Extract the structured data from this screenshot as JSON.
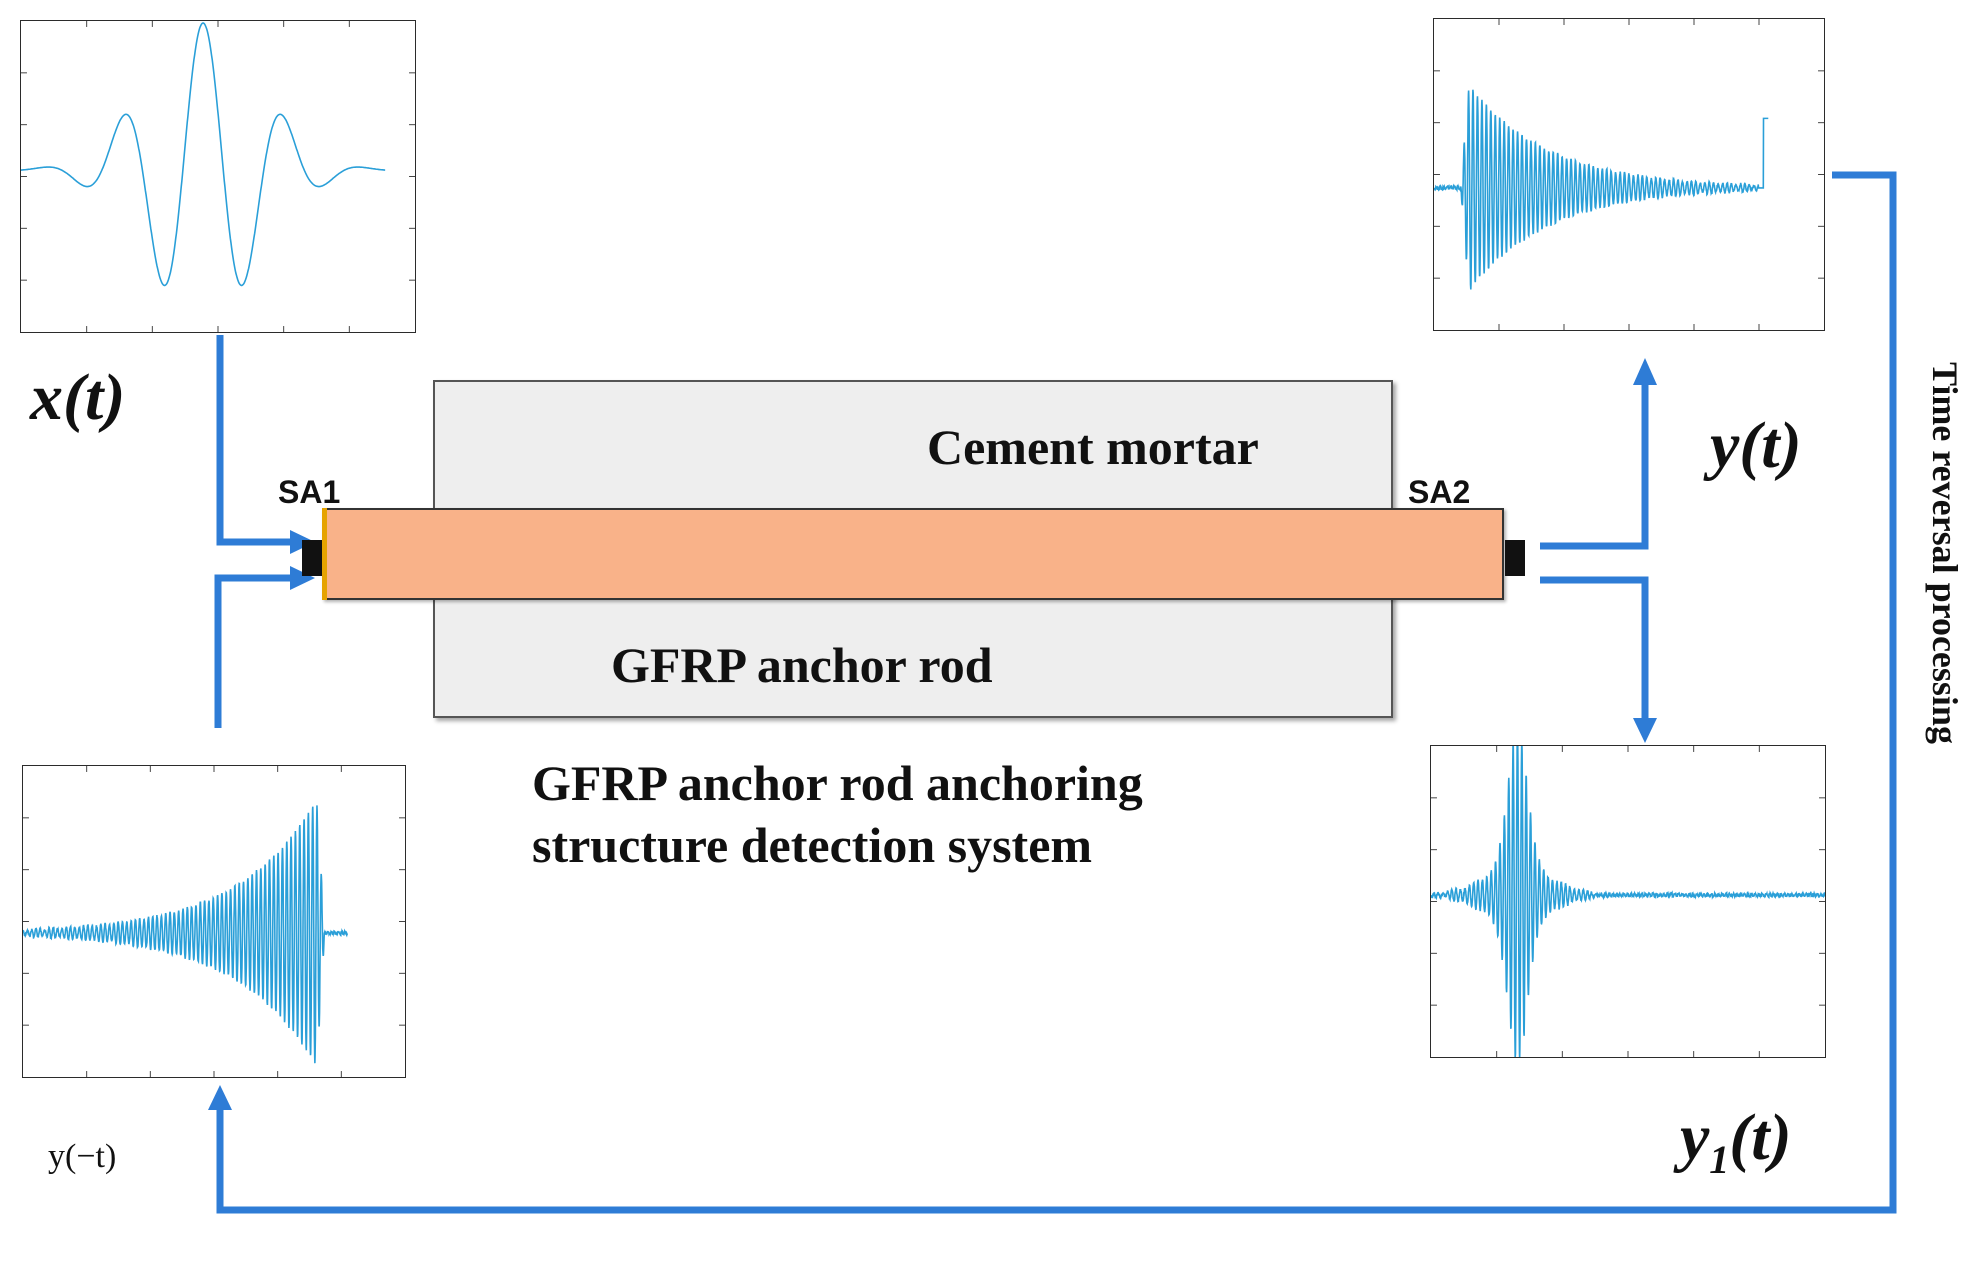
{
  "colors": {
    "arrow": "#2e7cd6",
    "signal": "#2a9fd8",
    "rod": "#f9b289",
    "mortar": "#eeeeee",
    "sensor": "#111111"
  },
  "labels": {
    "input_signal": "x(t)",
    "output_signal": "y(t)",
    "focused_signal": "y",
    "focused_subscript": "1",
    "focused_suffix": "(t)",
    "reversed_signal": "y(−t)",
    "sensor_left": "SA1",
    "sensor_right": "SA2",
    "mortar": "Cement mortar",
    "rod": "GFRP anchor rod",
    "caption_line1": "GFRP anchor rod anchoring",
    "caption_line2": "structure detection system",
    "process": "Time reversal processing"
  },
  "plots": {
    "input": {
      "waveform": "windowed tone burst",
      "cycles": 4.5
    },
    "output": {
      "waveform": "decaying oscillation with late spike"
    },
    "reversed": {
      "waveform": "time-reversed growing oscillation"
    },
    "focused": {
      "waveform": "focused peak at early time"
    }
  }
}
